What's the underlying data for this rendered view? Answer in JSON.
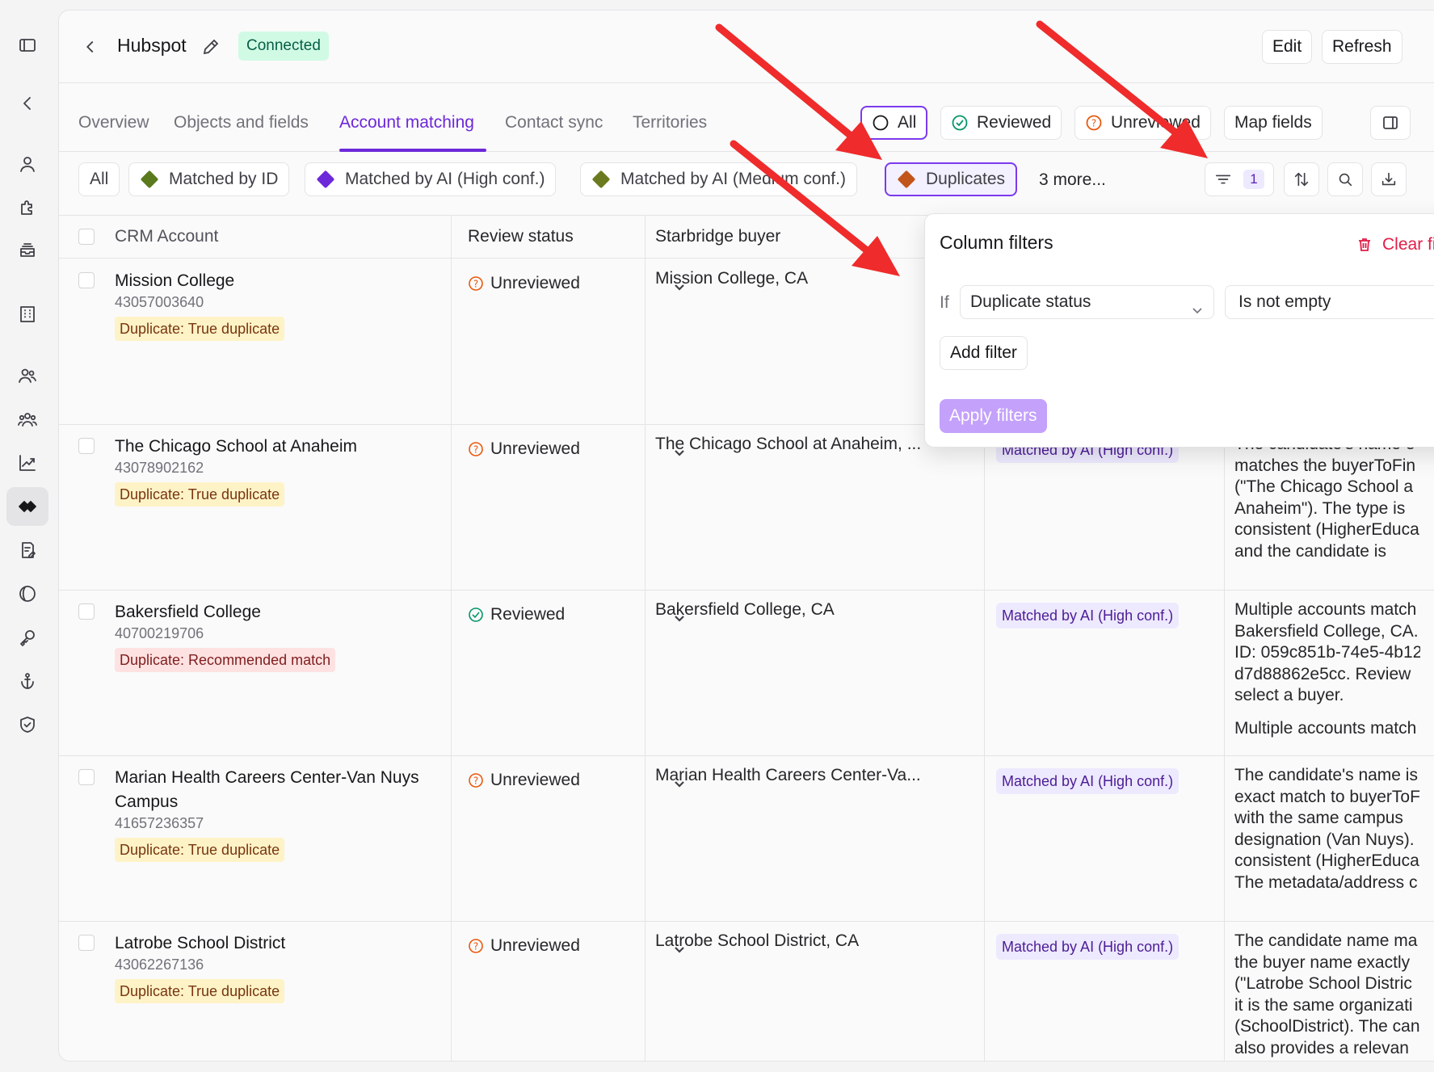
{
  "header": {
    "title": "Hubspot",
    "status": "Connected",
    "edit_label": "Edit",
    "refresh_label": "Refresh"
  },
  "tabs": [
    {
      "label": "Overview"
    },
    {
      "label": "Objects and fields"
    },
    {
      "label": "Account matching"
    },
    {
      "label": "Contact sync"
    },
    {
      "label": "Territories"
    }
  ],
  "view_filters": {
    "all": "All",
    "reviewed": "Reviewed",
    "unreviewed": "Unreviewed",
    "map_fields": "Map fields"
  },
  "match_chips": {
    "all": "All",
    "matched_id": "Matched by ID",
    "matched_ai_high": "Matched by AI (High conf.)",
    "matched_ai_medium": "Matched by AI (Medium conf.)",
    "duplicates": "Duplicates",
    "more": "3 more..."
  },
  "chip_colors": {
    "matched_id": "#5b7a1e",
    "matched_ai_high": "#6d28d9",
    "matched_ai_medium": "#6b7a1e",
    "duplicates": "#c2551a"
  },
  "filter_count": "1",
  "table": {
    "columns": {
      "crm_account": "CRM Account",
      "review_status": "Review status",
      "starbridge_buyer": "Starbridge buyer"
    },
    "rows": [
      {
        "name": "Mission College",
        "id": "43057003640",
        "duplicate": "Duplicate: True duplicate",
        "review": "Unreviewed",
        "buyer": "Mission College, CA",
        "match": "",
        "reason": []
      },
      {
        "name": "The Chicago School at Anaheim",
        "id": "43078902162",
        "duplicate": "Duplicate: True duplicate",
        "review": "Unreviewed",
        "buyer": "The Chicago School at Anaheim, ...",
        "match": "Matched by AI (High conf.)",
        "reason": [
          "The candidate's name e",
          "matches the buyerToFin",
          "(\"The Chicago School a",
          "Anaheim\"). The type is",
          "consistent (HigherEduca",
          "and the candidate is"
        ]
      },
      {
        "name": "Bakersfield College",
        "id": "40700219706",
        "duplicate": "Duplicate: Recommended match",
        "review": "Reviewed",
        "buyer": "Bakersfield College, CA",
        "match": "Matched by AI (High conf.)",
        "reason": [
          "Multiple accounts match",
          "Bakersfield College, CA.",
          "ID: 059c851b-74e5-4b12",
          "d7d88862e5cc. Review",
          "select a buyer.",
          "",
          "Multiple accounts match"
        ]
      },
      {
        "name": "Marian Health Careers Center-Van Nuys Campus",
        "id": "41657236357",
        "duplicate": "Duplicate: True duplicate",
        "review": "Unreviewed",
        "buyer": "Marian Health Careers Center-Va...",
        "match": "Matched by AI (High conf.)",
        "reason": [
          "The candidate's name is",
          "exact match to buyerToF",
          "with the same campus",
          "designation (Van Nuys).",
          "consistent (HigherEduca",
          "The metadata/address c"
        ]
      },
      {
        "name": "Latrobe School District",
        "id": "43062267136",
        "duplicate": "Duplicate: True duplicate",
        "review": "Unreviewed",
        "buyer": "Latrobe School District, CA",
        "match": "Matched by AI (High conf.)",
        "reason": [
          "The candidate name ma",
          "the buyer name exactly",
          "(\"Latrobe School Distric",
          "it is the same organizati",
          "(SchoolDistrict). The can",
          "also provides a relevan"
        ]
      }
    ]
  },
  "popover": {
    "title": "Column filters",
    "clear_label": "Clear filters",
    "if_label": "If",
    "field_value": "Duplicate status",
    "operator_value": "Is not empty",
    "add_label": "Add filter",
    "apply_label": "Apply filters"
  }
}
